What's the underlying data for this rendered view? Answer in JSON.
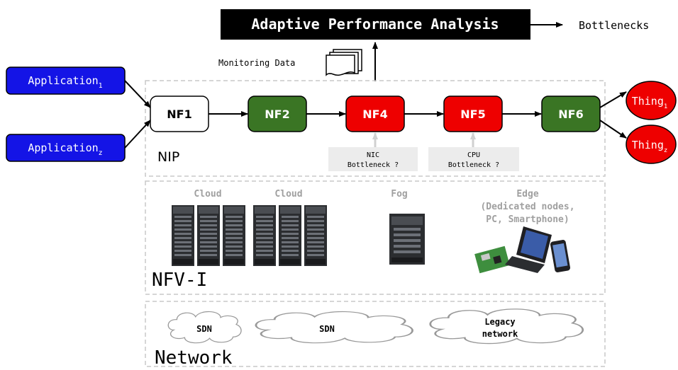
{
  "title": "Adaptive Performance Analysis",
  "output_label": "Bottlenecks",
  "monitoring_label": "Monitoring Data",
  "apps": [
    {
      "text": "Application",
      "sub": "1"
    },
    {
      "text": "Application",
      "sub": "z"
    }
  ],
  "things": [
    {
      "text": "Thing",
      "sub": "1"
    },
    {
      "text": "Thing",
      "sub": "z"
    }
  ],
  "nfs": [
    {
      "label": "NF1",
      "state": "normal"
    },
    {
      "label": "NF2",
      "state": "ok"
    },
    {
      "label": "NF4",
      "state": "bottleneck"
    },
    {
      "label": "NF5",
      "state": "bottleneck"
    },
    {
      "label": "NF6",
      "state": "ok"
    }
  ],
  "nic_note": {
    "line1": "NIC",
    "line2": "Bottleneck ?"
  },
  "cpu_note": {
    "line1": "CPU",
    "line2": "Bottleneck ?"
  },
  "layers": {
    "nip": "NIP",
    "nfvi": "NFV-I",
    "network": "Network"
  },
  "infra": {
    "cloud1": "Cloud",
    "cloud2": "Cloud",
    "fog": "Fog",
    "edge_lines": [
      "Edge",
      "(Dedicated nodes,",
      "PC, Smartphone)"
    ]
  },
  "network_clouds": [
    {
      "lines": [
        "SDN"
      ]
    },
    {
      "lines": [
        "SDN"
      ]
    },
    {
      "lines": [
        "Legacy",
        "network"
      ]
    }
  ],
  "colors": {
    "app_blue": "#1414e6",
    "bottleneck_red": "#ee0000",
    "ok_green": "#3a7524",
    "title_bg": "#000000",
    "dashed_border": "#c8c8c8",
    "infra_text": "#a0a0a0"
  }
}
